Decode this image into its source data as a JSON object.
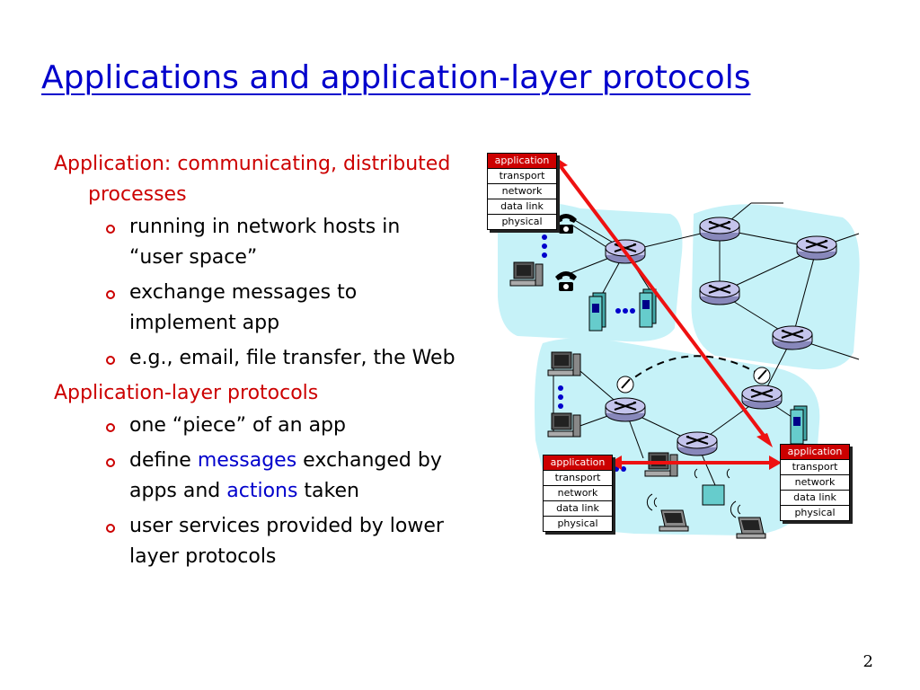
{
  "title": "Applications and application-layer protocols",
  "page_number": "2",
  "content": {
    "heading1": "Application: communicating, distributed processes",
    "bullets1": [
      "running in network hosts in “user space”",
      "exchange messages to implement app",
      "e.g., email, file transfer, the Web"
    ],
    "heading2": "Application-layer protocols",
    "bullet2_1": "one “piece” of an app",
    "bullet2_2_pre": "define ",
    "bullet2_2_messages": "messages",
    "bullet2_2_mid": " exchanged by apps and ",
    "bullet2_2_actions": "actions",
    "bullet2_2_post": " taken",
    "bullet2_3": "user services provided by lower layer protocols"
  },
  "stack_layers": [
    "application",
    "transport",
    "network",
    "data link",
    "physical"
  ],
  "colors": {
    "title": "#0000cc",
    "heading": "#cc0000",
    "keyword": "#0000cc",
    "arrow": "#ee1111",
    "region": "#c6f2f8",
    "router": "#c4c4ec"
  },
  "icons": [
    "router-icon",
    "phone-icon",
    "computer-icon",
    "server-icon",
    "laptop-icon",
    "antenna-icon",
    "satellite-dish-icon"
  ]
}
